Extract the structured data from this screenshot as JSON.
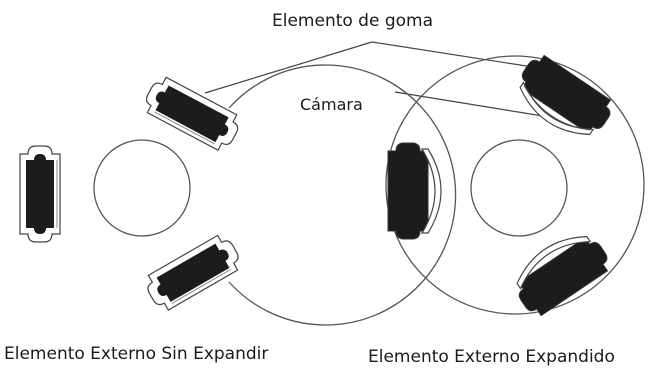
{
  "labels": {
    "rubber_element": "Elemento de goma",
    "chamber": "Cámara",
    "unexpanded": "Elemento Externo Sin Expandir",
    "expanded": "Elemento Externo Expandido"
  },
  "colors": {
    "stroke": "#4a4a4a",
    "element_fill": "#1c1c1c",
    "chamber_fill": "#ffffff",
    "background": "#ffffff"
  }
}
